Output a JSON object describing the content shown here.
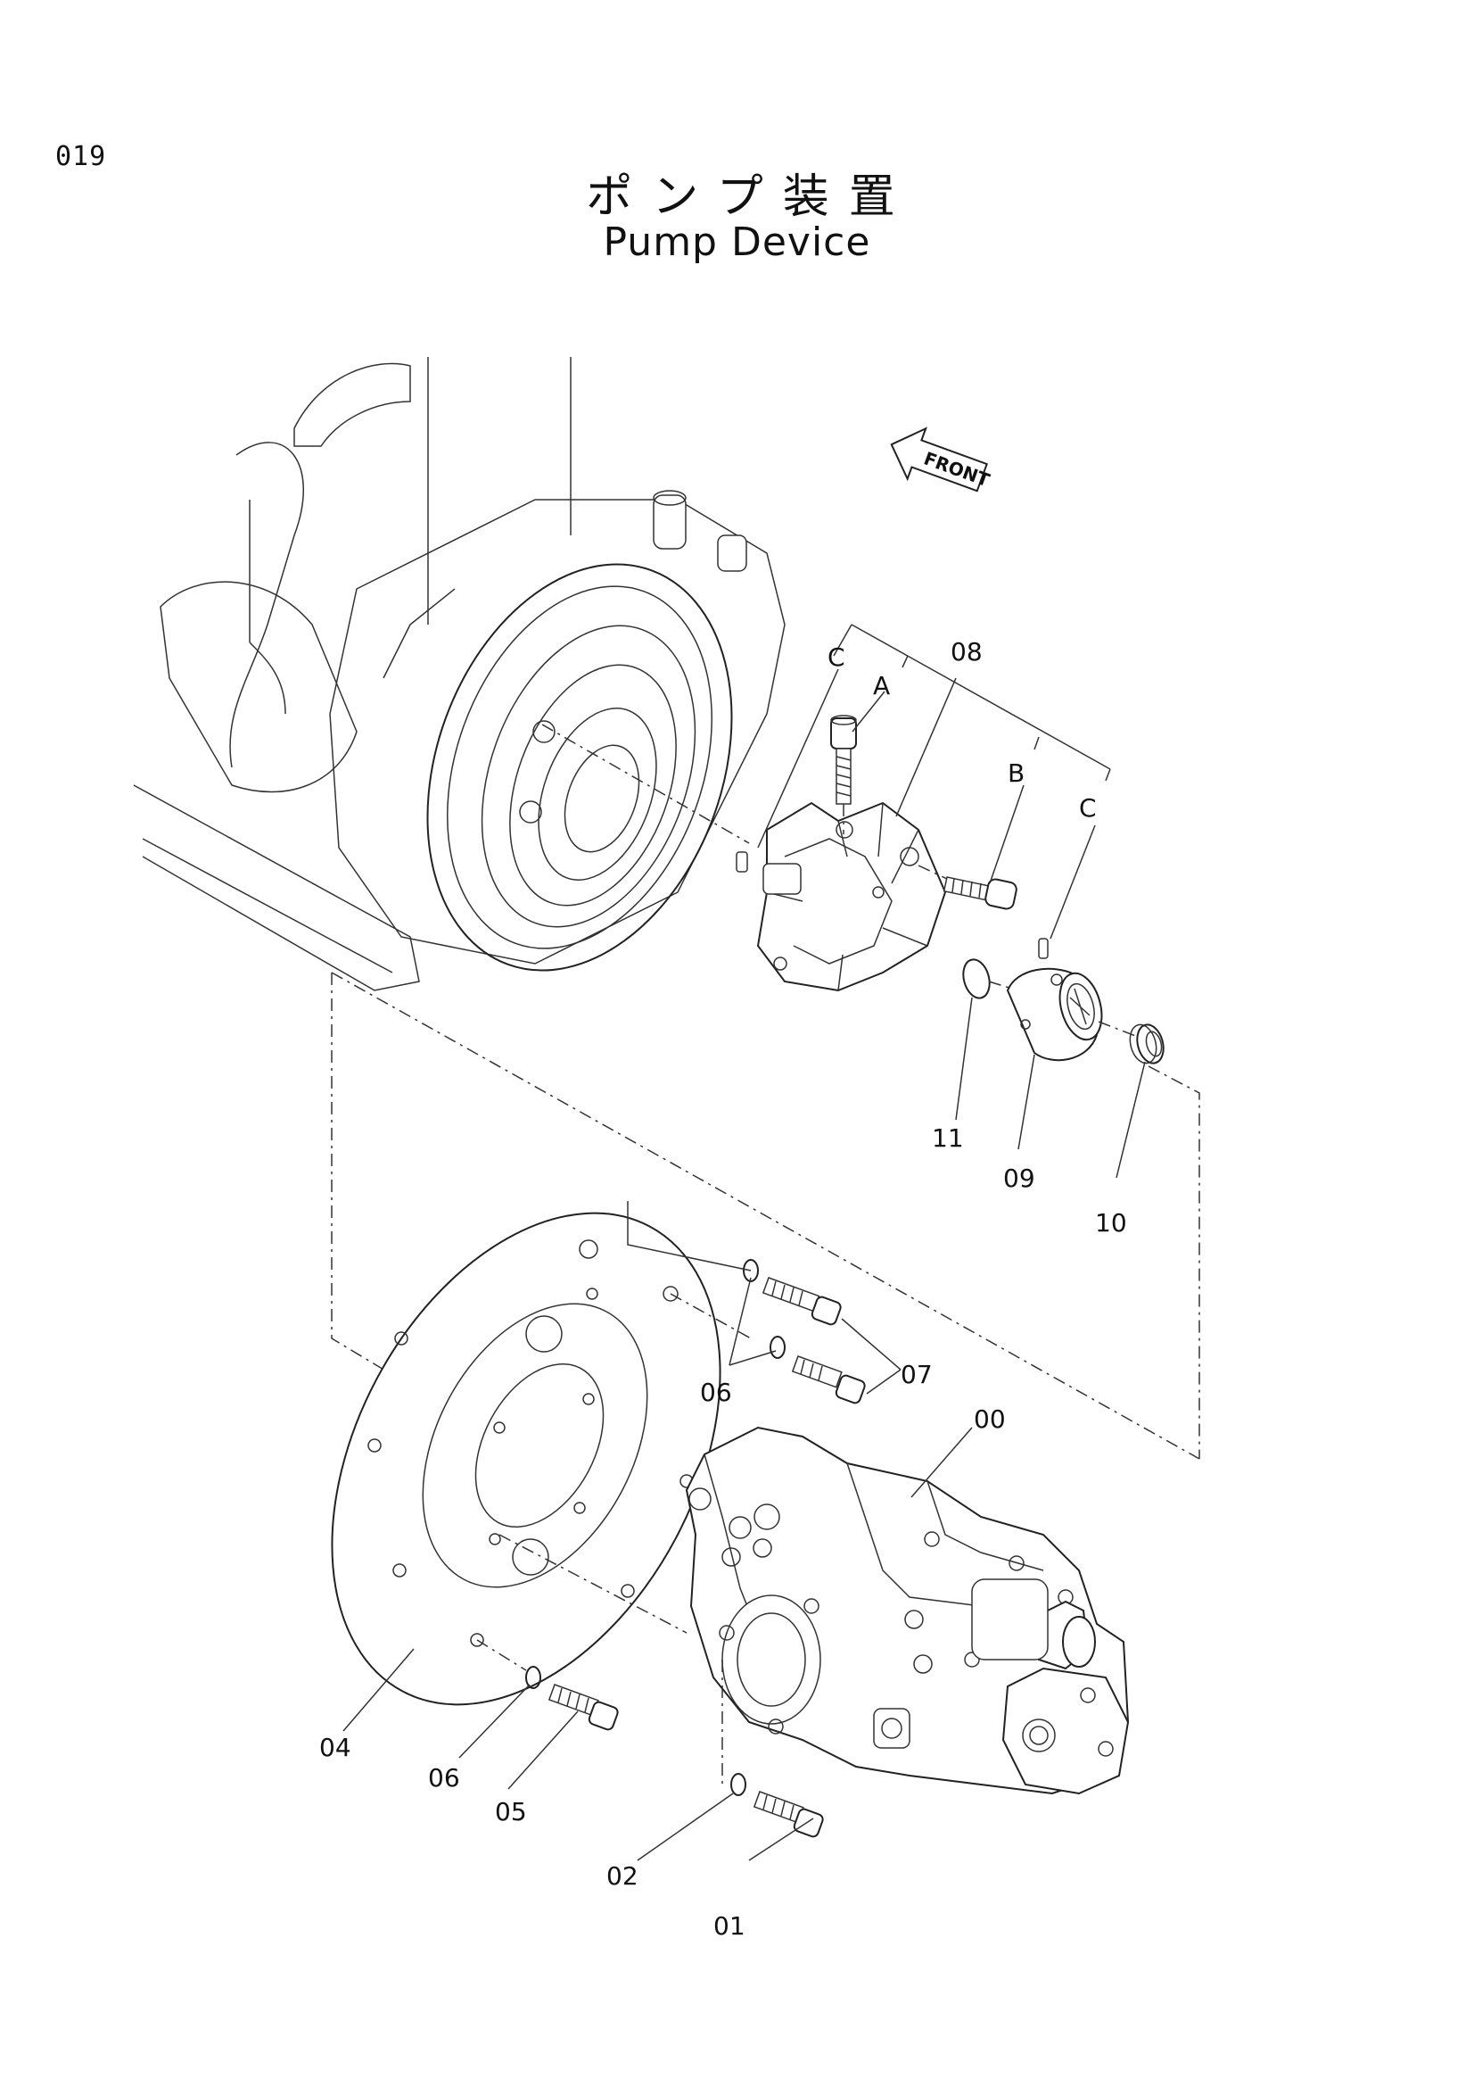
{
  "page_number": "019",
  "title_jp": "ポンプ装置",
  "title_en": "Pump Device",
  "front_marker": "FRONT",
  "callouts": {
    "c00": "00",
    "c01": "01",
    "c02": "02",
    "c04": "04",
    "c05": "05",
    "c06a": "06",
    "c06b": "06",
    "c07": "07",
    "c08": "08",
    "c09": "09",
    "c10": "10",
    "c11": "11",
    "cA": "A",
    "cB": "B",
    "cC1": "C",
    "cC2": "C"
  }
}
